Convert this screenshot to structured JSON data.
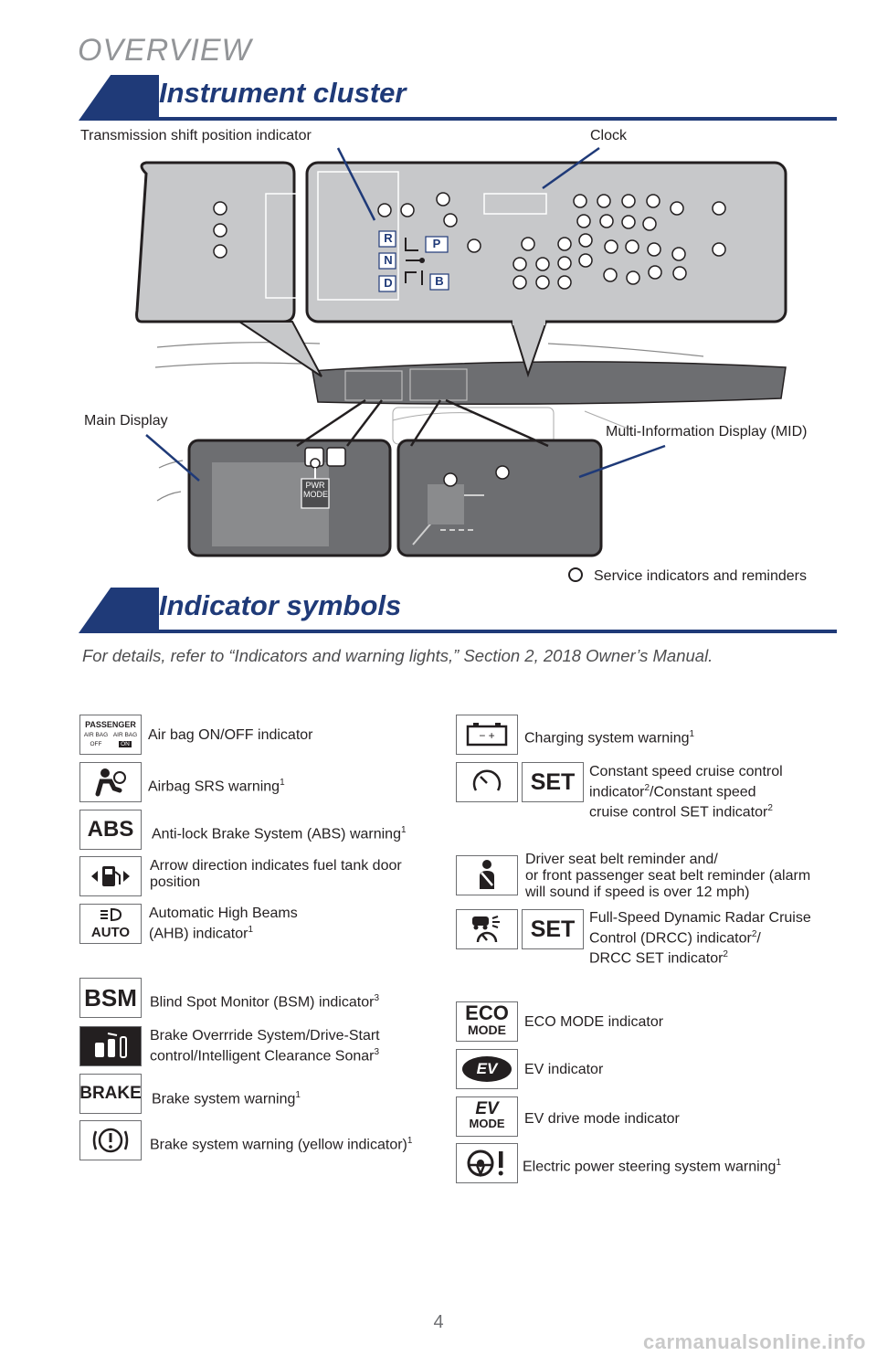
{
  "page": {
    "overview": "OVERVIEW",
    "page_number": "4",
    "footer_url": "carmanualsonline.info"
  },
  "cluster": {
    "title": "Instrument cluster",
    "callouts": {
      "shift": "Transmission shift position indicator",
      "clock": "Clock",
      "main_display": "Main Display",
      "mid": "Multi-Information Display (MID)",
      "service": "Service indicators and reminders"
    },
    "shift_letters": {
      "r": "R",
      "n": "N",
      "d": "D",
      "p": "P",
      "b": "B"
    },
    "pwr_mode": {
      "line1": "PWR",
      "line2": "MODE"
    }
  },
  "indicators": {
    "title": "Indicator symbols",
    "details": "For details, refer to “Indicators and warning lights,” Section 2, 2018 Owner’s Manual.",
    "left": [
      {
        "label": "Air bag ON/OFF indicator",
        "sup": ""
      },
      {
        "label": "Airbag SRS warning",
        "sup": "1"
      },
      {
        "label": "Anti-lock Brake System (ABS) warning",
        "sup": "1"
      },
      {
        "label": "Arrow direction indicates fuel tank door",
        "label2": "position"
      },
      {
        "label": "Automatic High Beams",
        "label2": "(AHB) indicator",
        "sup": "1"
      },
      {
        "label": "Blind Spot Monitor (BSM) indicator",
        "sup": "3"
      },
      {
        "label": "Brake Overrride System/Drive-Start",
        "label2": "control/Intelligent Clearance Sonar",
        "sup": "3"
      },
      {
        "label": "Brake system warning",
        "sup": "1"
      },
      {
        "label": "Brake system warning (yellow indicator)",
        "sup": "1"
      }
    ],
    "right": [
      {
        "label": "Charging system warning",
        "sup": "1"
      },
      {
        "label": "Constant speed cruise control",
        "label2": "indicator",
        "sup2": "2",
        "label2b": "/Constant speed",
        "label3": "cruise control SET indicator",
        "sup3": "2"
      },
      {
        "label": "Driver seat belt reminder and/",
        "label2": "or front passenger seat belt reminder (alarm",
        "label3": "will sound if speed is over 12 mph)"
      },
      {
        "label": "Full-Speed Dynamic Radar Cruise",
        "label2": "Control (DRCC) indicator",
        "sup2": "2",
        "label2b": "/",
        "label3": "DRCC SET indicator",
        "sup3": "2"
      },
      {
        "label": "ECO MODE indicator",
        "sup": ""
      },
      {
        "label": "EV indicator",
        "sup": ""
      },
      {
        "label": "EV drive mode indicator",
        "sup": ""
      },
      {
        "label": "Electric power steering system warning",
        "sup": "1"
      }
    ],
    "symbols": {
      "airbag_passenger": "PASSENGER",
      "airbag_off_1": "AIR BAG",
      "airbag_off_2": "OFF",
      "airbag_on_1": "AIR BAG",
      "airbag_on_2": "ON",
      "abs": "ABS",
      "auto": "AUTO",
      "bsm": "BSM",
      "brake": "BRAKE",
      "set": "SET",
      "eco_1": "ECO",
      "eco_2": "MODE",
      "ev": "EV",
      "ev_mode_1": "EV",
      "ev_mode_2": "MODE",
      "battery": "−  +"
    }
  }
}
